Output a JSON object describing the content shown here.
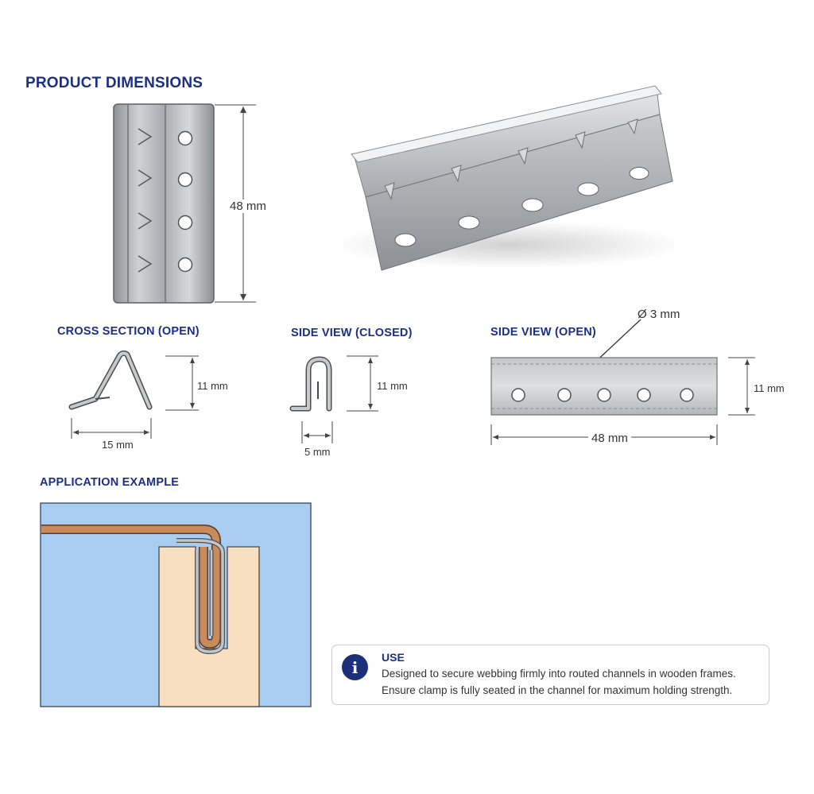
{
  "headings": {
    "product_dimensions": "PRODUCT DIMENSIONS",
    "cross_section_open": "CROSS SECTION (OPEN)",
    "side_view_closed": "SIDE VIEW (CLOSED)",
    "side_view_open": "SIDE VIEW (OPEN)",
    "application_example": "APPLICATION EXAMPLE"
  },
  "dimensions": {
    "front_height": "48 mm",
    "cross_height": "11 mm",
    "cross_width": "15 mm",
    "closed_height": "11 mm",
    "closed_width": "5 mm",
    "open_hole_diameter": "Ø 3 mm",
    "open_height": "11 mm",
    "open_length": "48 mm"
  },
  "use_note": {
    "icon": "info-icon",
    "title": "USE",
    "line1": "Designed to secure webbing firmly into routed channels in wooden frames.",
    "line2": "Ensure clamp is fully seated in the channel for maximum holding strength."
  },
  "colors": {
    "heading": "#1b2f86",
    "wall": "#a9cdf0",
    "wood": "#f7dfc0",
    "webbing": "#c98a5c",
    "metal": "#b9bcc0"
  }
}
